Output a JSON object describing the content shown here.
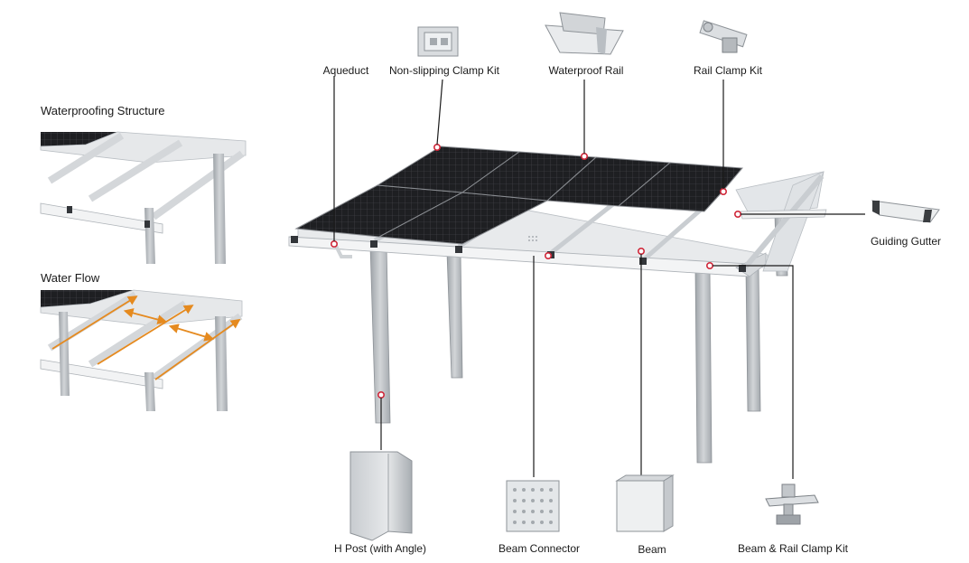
{
  "side_panels": {
    "waterproofing_title": "Waterproofing Structure",
    "water_flow_title": "Water Flow"
  },
  "callouts": {
    "aqueduct": "Aqueduct",
    "non_slipping_clamp_kit": "Non-slipping Clamp Kit",
    "waterproof_rail": "Waterproof Rail",
    "rail_clamp_kit": "Rail Clamp Kit",
    "guiding_gutter": "Guiding Gutter",
    "h_post": "H Post (with Angle)",
    "beam_connector": "Beam Connector",
    "beam": "Beam",
    "beam_rail_clamp_kit": "Beam & Rail Clamp Kit"
  },
  "colors": {
    "panel": "#1e1f22",
    "panel_grid": "#4a4c50",
    "rail": "#e3e6e9",
    "rail_edge": "#b9bec3",
    "post": "#b5b9bd",
    "marker": "#d0283a",
    "leader": "#1a1a1a",
    "flow_arrow": "#e58a1f"
  },
  "icons": [
    "non-slipping-clamp-icon",
    "waterproof-rail-icon",
    "rail-clamp-icon",
    "guiding-gutter-icon",
    "h-post-icon",
    "beam-connector-icon",
    "beam-icon",
    "beam-rail-clamp-icon"
  ]
}
